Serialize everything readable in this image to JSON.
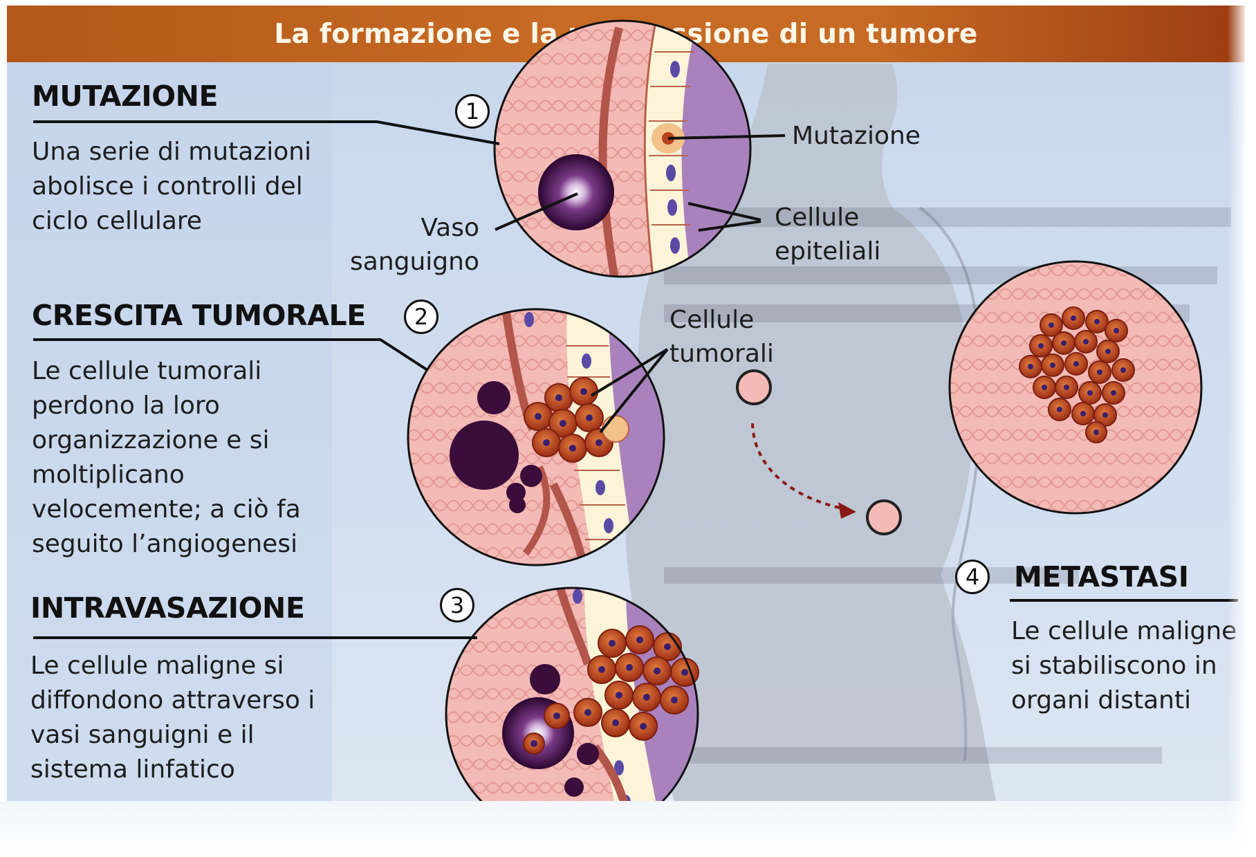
{
  "title": "La formazione e la progressione di un tumore",
  "colors": {
    "header": "#c66a24",
    "panel": "#cfdcee",
    "tissue": "#f2b6b2",
    "tissue_grid": "#e79c98",
    "lumen": "#b08ac0",
    "vessel": "#4a1246",
    "tumor_cell": "#b8421c",
    "nucleus": "#3a1f6e"
  },
  "steps": [
    {
      "number": "1",
      "heading": "MUTAZIONE",
      "text": [
        "Una serie di mutazioni",
        "abolisce i controlli del",
        "ciclo cellulare"
      ],
      "labels": {
        "mutation": "Mutazione",
        "vessel": [
          "Vaso",
          "sanguigno"
        ],
        "epithelial": [
          "Cellule",
          "epiteliali"
        ]
      }
    },
    {
      "number": "2",
      "heading": "CRESCITA TUMORALE",
      "text": [
        "Le cellule tumorali",
        "perdono la loro",
        "organizzazione e si",
        "moltiplicano",
        "velocemente; a ciò fa",
        "seguito l’angiogenesi"
      ],
      "labels": {
        "tumor_cells": [
          "Cellule",
          "tumorali"
        ]
      }
    },
    {
      "number": "3",
      "heading": "INTRAVASAZIONE",
      "text": [
        "Le cellule maligne si",
        "diffondono attraverso i",
        "vasi sanguigni e il",
        "sistema linfatico"
      ]
    },
    {
      "number": "4",
      "heading": "METASTASI",
      "text": [
        "Le cellule maligne",
        "si stabiliscono in",
        "organi distanti"
      ]
    }
  ]
}
